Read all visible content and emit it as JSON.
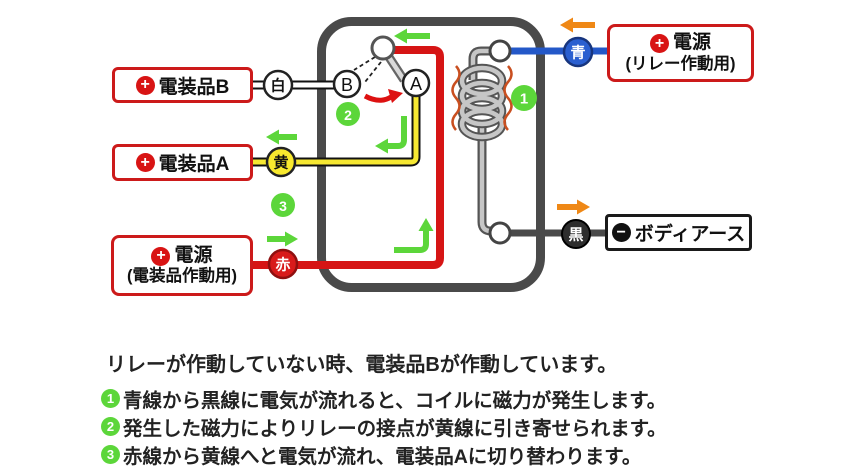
{
  "diagram": {
    "relay_contacts": {
      "a": "A",
      "b": "B"
    },
    "terminals": {
      "white": "白",
      "yellow": "黄",
      "red": "赤",
      "blue": "青",
      "black": "黒"
    },
    "badges": {
      "step1": "1",
      "step2": "2",
      "step3": "3"
    },
    "boxes": {
      "component_b": {
        "icon": "+",
        "label": "電装品B"
      },
      "component_a": {
        "icon": "+",
        "label": "電装品A"
      },
      "power_component": {
        "icon": "+",
        "line1": "電源",
        "line2": "(電装品作動用)"
      },
      "power_relay": {
        "icon": "+",
        "line1": "電源",
        "line2": "(リレー作動用)"
      },
      "body_earth": {
        "icon": "−",
        "label": "ボディアース"
      }
    }
  },
  "caption": {
    "intro": "リレーが作動していない時、電装品Bが作動しています。",
    "steps": [
      {
        "num": "1",
        "text": "青線から黒線に電気が流れると、コイルに磁力が発生します。"
      },
      {
        "num": "2",
        "text": "発生した磁力によりリレーの接点が黄線に引き寄せられます。"
      },
      {
        "num": "3",
        "text": "赤線から黄線へと電気が流れ、電装品Aに切り替わります。"
      }
    ]
  },
  "colors": {
    "relay_border": "#4a4a4a",
    "wire_red": "#d61515",
    "wire_yellow": "#f6e832",
    "wire_blue": "#2458c8",
    "wire_black": "#4a4a4a",
    "wire_white": "#ffffff",
    "arrow_green": "#5cd63a",
    "arrow_orange": "#ef8816",
    "badge_green": "#5cd63a",
    "box_border_red": "#cc1a1a",
    "terminal_red": "#d81a1a",
    "terminal_blue": "#2a5fd0",
    "terminal_black": "#2e2e2e",
    "terminal_yellow": "#f8e92e",
    "coil_gray": "#c6c6c6",
    "heat_wave": "#c94f20"
  }
}
